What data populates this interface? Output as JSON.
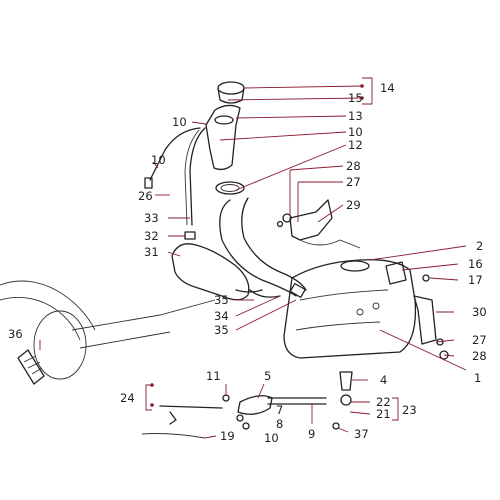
{
  "callouts": [
    {
      "id": "c14",
      "text": "14"
    },
    {
      "id": "c15",
      "text": "15"
    },
    {
      "id": "c13",
      "text": "13"
    },
    {
      "id": "c10a",
      "text": "10"
    },
    {
      "id": "c10b",
      "text": "10"
    },
    {
      "id": "c10c",
      "text": "10"
    },
    {
      "id": "c12",
      "text": "12"
    },
    {
      "id": "c26",
      "text": "26"
    },
    {
      "id": "c28a",
      "text": "28"
    },
    {
      "id": "c27a",
      "text": "27"
    },
    {
      "id": "c29",
      "text": "29"
    },
    {
      "id": "c33",
      "text": "33"
    },
    {
      "id": "c32",
      "text": "32"
    },
    {
      "id": "c31",
      "text": "31"
    },
    {
      "id": "c2",
      "text": "2"
    },
    {
      "id": "c16",
      "text": "16"
    },
    {
      "id": "c17",
      "text": "17"
    },
    {
      "id": "c35a",
      "text": "35"
    },
    {
      "id": "c34",
      "text": "34"
    },
    {
      "id": "c35b",
      "text": "35"
    },
    {
      "id": "c30",
      "text": "30"
    },
    {
      "id": "c27b",
      "text": "27"
    },
    {
      "id": "c28b",
      "text": "28"
    },
    {
      "id": "c36",
      "text": "36"
    },
    {
      "id": "c1",
      "text": "1"
    },
    {
      "id": "c4",
      "text": "4"
    },
    {
      "id": "c11",
      "text": "11"
    },
    {
      "id": "c5",
      "text": "5"
    },
    {
      "id": "c24",
      "text": "24"
    },
    {
      "id": "c7",
      "text": "7"
    },
    {
      "id": "c8",
      "text": "8"
    },
    {
      "id": "c10d",
      "text": "10"
    },
    {
      "id": "c22",
      "text": "22"
    },
    {
      "id": "c21",
      "text": "21"
    },
    {
      "id": "c23",
      "text": "23"
    },
    {
      "id": "c9",
      "text": "9"
    },
    {
      "id": "c37",
      "text": "37"
    },
    {
      "id": "c19",
      "text": "19"
    }
  ]
}
